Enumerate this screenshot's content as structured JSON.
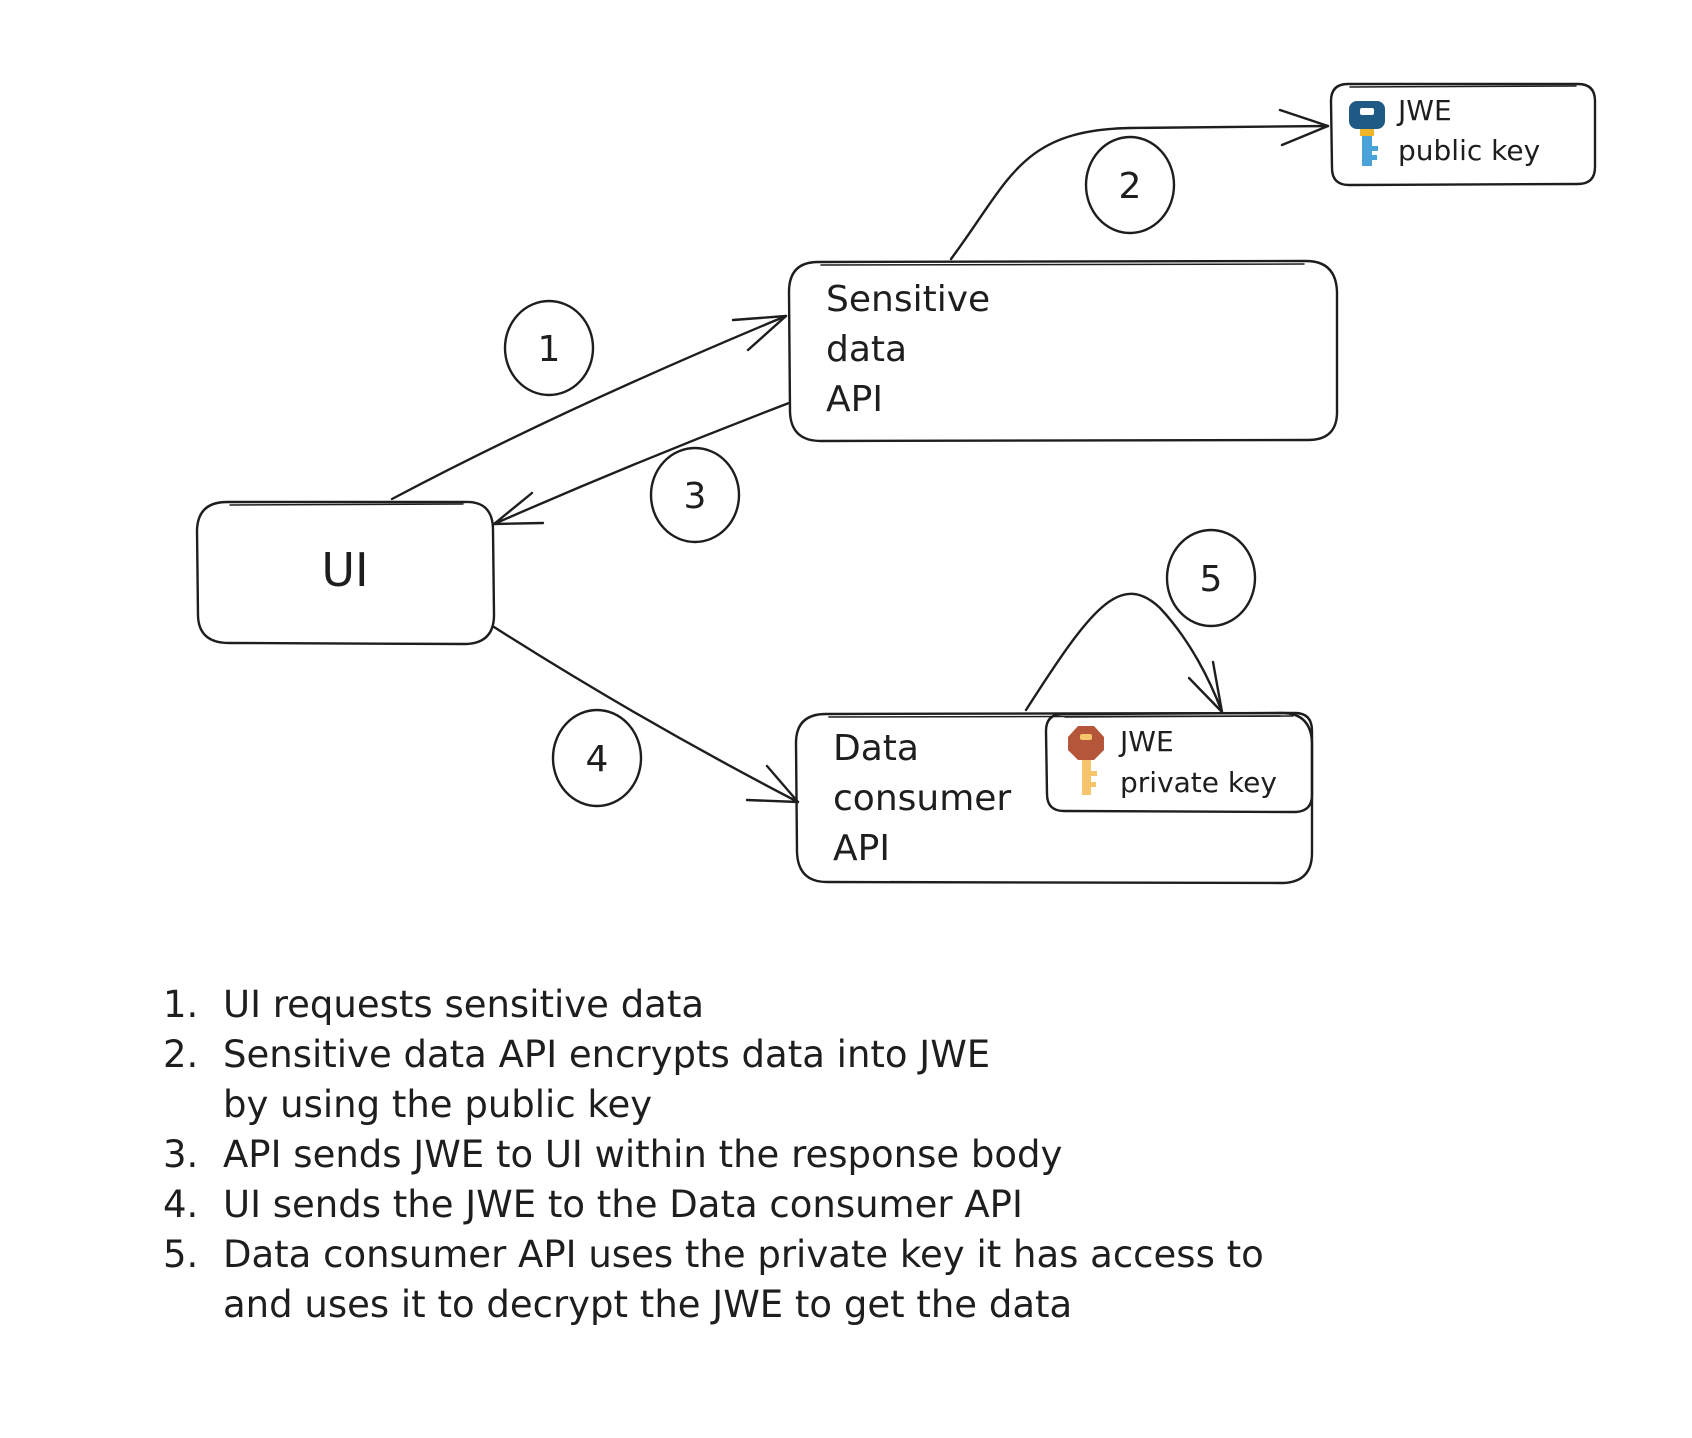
{
  "nodes": {
    "ui": {
      "label": "UI"
    },
    "sensitive_api": {
      "label_lines": [
        "Sensitive",
        "data",
        "API"
      ]
    },
    "public_key": {
      "label_lines": [
        "JWE",
        "public key"
      ],
      "icon": "key-icon",
      "icon_color": "#1f5a85",
      "icon_accent": "#f0b429"
    },
    "consumer_api": {
      "label_lines": [
        "Data",
        "consumer",
        "API"
      ]
    },
    "private_key": {
      "label_lines": [
        "JWE",
        "private key"
      ],
      "icon": "key-icon",
      "icon_color": "#b5553a",
      "icon_accent": "#f5c46b"
    }
  },
  "steps": {
    "s1": "1",
    "s2": "2",
    "s3": "3",
    "s4": "4",
    "s5": "5"
  },
  "notes": [
    {
      "num": "1.",
      "lines": [
        "UI requests sensitive data"
      ]
    },
    {
      "num": "2.",
      "lines": [
        "Sensitive data API encrypts data into JWE",
        "by using the public key"
      ]
    },
    {
      "num": "3.",
      "lines": [
        "API sends JWE to UI within the response body"
      ]
    },
    {
      "num": "4.",
      "lines": [
        "UI sends the JWE to the Data consumer API"
      ]
    },
    {
      "num": "5.",
      "lines": [
        "Data consumer API uses the private key it has access to",
        "and uses it to decrypt the JWE to get the data"
      ]
    }
  ]
}
